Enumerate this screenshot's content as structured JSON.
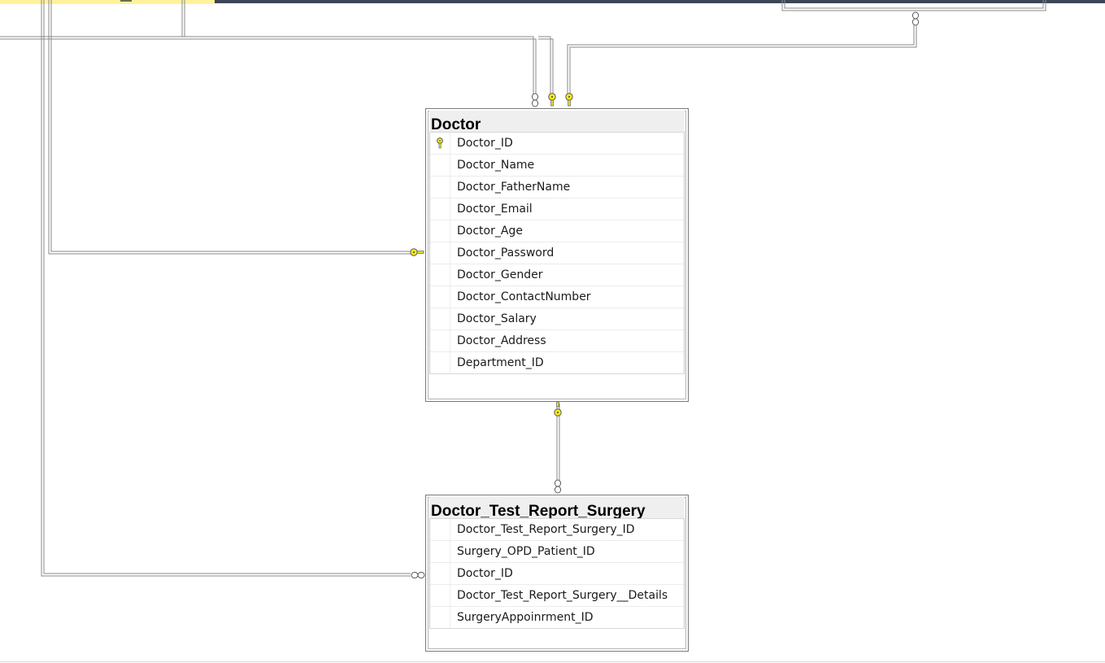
{
  "tables": [
    {
      "title": "Doctor",
      "columns": [
        {
          "name": "Doctor_ID",
          "primary_key": true
        },
        {
          "name": "Doctor_Name"
        },
        {
          "name": "Doctor_FatherName"
        },
        {
          "name": "Doctor_Email"
        },
        {
          "name": "Doctor_Age"
        },
        {
          "name": "Doctor_Password"
        },
        {
          "name": "Doctor_Gender"
        },
        {
          "name": "Doctor_ContactNumber"
        },
        {
          "name": "Doctor_Salary"
        },
        {
          "name": "Doctor_Address"
        },
        {
          "name": "Department_ID"
        }
      ]
    },
    {
      "title": "Doctor_Test_Report_Surgery",
      "columns": [
        {
          "name": "Doctor_Test_Report_Surgery_ID"
        },
        {
          "name": "Surgery_OPD_Patient_ID"
        },
        {
          "name": "Doctor_ID"
        },
        {
          "name": "Doctor_Test_Report_Surgery__Details"
        },
        {
          "name": "SurgeryAppoinrment_ID"
        }
      ]
    }
  ],
  "colors": {
    "canvas": "#ffffff",
    "key_icon": "#f5ea1a",
    "connector": "#8a8a8a",
    "header_bg": "#efefef"
  },
  "icons": {
    "primary_key": "key-icon",
    "relationship_one": "key-icon",
    "relationship_many": "infinity-icon"
  }
}
